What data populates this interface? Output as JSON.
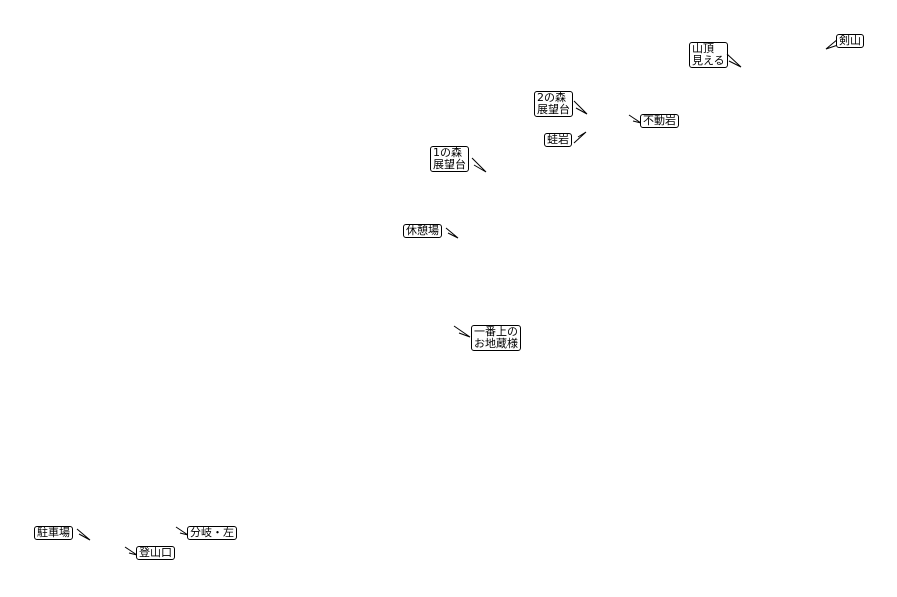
{
  "map": {
    "text_color": "#000000",
    "background": "#ffffff"
  },
  "labels": [
    {
      "id": "kenzan",
      "text": "剣山"
    },
    {
      "id": "sancho-mieru",
      "text": "山頂\n見える"
    },
    {
      "id": "2nomori",
      "text": "2の森\n展望台"
    },
    {
      "id": "fudoiwa",
      "text": "不動岩"
    },
    {
      "id": "kaeruiwa",
      "text": "蛙岩"
    },
    {
      "id": "1nomori",
      "text": "1の森\n展望台"
    },
    {
      "id": "kyukeijo",
      "text": "休憩場"
    },
    {
      "id": "ojizo",
      "text": "一番上の\nお地蔵様"
    },
    {
      "id": "chushajo",
      "text": "駐車場"
    },
    {
      "id": "bunki",
      "text": "分岐・左"
    },
    {
      "id": "tozanguchi",
      "text": "登山口"
    }
  ]
}
